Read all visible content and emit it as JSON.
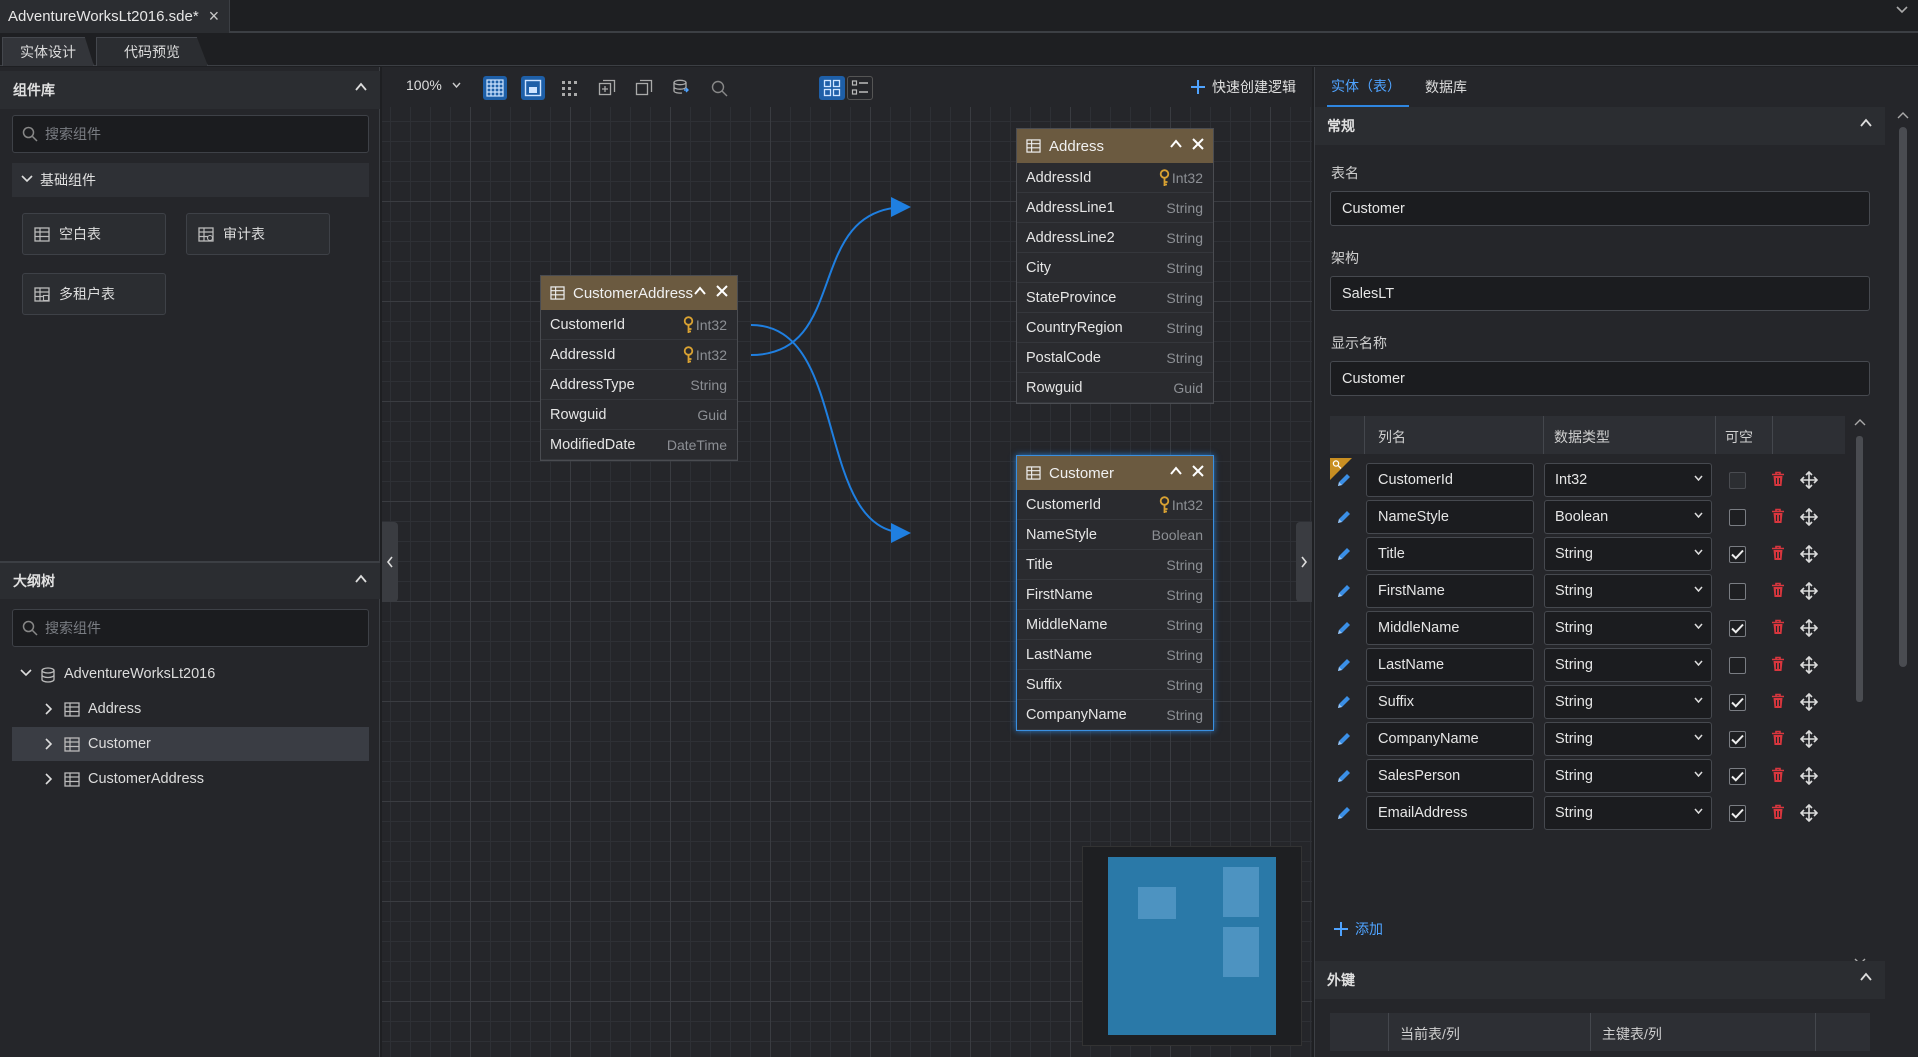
{
  "title_bar": {
    "doc_tab": "AdventureWorksLt2016.sde*"
  },
  "mode_tabs": [
    "实体设计",
    "代码预览"
  ],
  "component_library": {
    "title": "组件库",
    "search_placeholder": "搜索组件",
    "group": "基础组件",
    "items": [
      "空白表",
      "审计表",
      "多租户表"
    ]
  },
  "outline": {
    "title": "大纲树",
    "search_placeholder": "搜索组件",
    "root": "AdventureWorksLt2016",
    "children": [
      "Address",
      "Customer",
      "CustomerAddress"
    ],
    "selected": "Customer"
  },
  "toolbar": {
    "zoom": "100%",
    "quick_create": "快速创建逻辑"
  },
  "entities": {
    "customer_address": {
      "name": "CustomerAddress",
      "rows": [
        {
          "name": "CustomerId",
          "type": "Int32",
          "key": true
        },
        {
          "name": "AddressId",
          "type": "Int32",
          "key": true
        },
        {
          "name": "AddressType",
          "type": "String",
          "key": false
        },
        {
          "name": "Rowguid",
          "type": "Guid",
          "key": false
        },
        {
          "name": "ModifiedDate",
          "type": "DateTime",
          "key": false
        }
      ]
    },
    "address": {
      "name": "Address",
      "rows": [
        {
          "name": "AddressId",
          "type": "Int32",
          "key": true
        },
        {
          "name": "AddressLine1",
          "type": "String",
          "key": false
        },
        {
          "name": "AddressLine2",
          "type": "String",
          "key": false
        },
        {
          "name": "City",
          "type": "String",
          "key": false
        },
        {
          "name": "StateProvince",
          "type": "String",
          "key": false
        },
        {
          "name": "CountryRegion",
          "type": "String",
          "key": false
        },
        {
          "name": "PostalCode",
          "type": "String",
          "key": false
        },
        {
          "name": "Rowguid",
          "type": "Guid",
          "key": false
        }
      ]
    },
    "customer": {
      "name": "Customer",
      "rows": [
        {
          "name": "CustomerId",
          "type": "Int32",
          "key": true
        },
        {
          "name": "NameStyle",
          "type": "Boolean",
          "key": false
        },
        {
          "name": "Title",
          "type": "String",
          "key": false
        },
        {
          "name": "FirstName",
          "type": "String",
          "key": false
        },
        {
          "name": "MiddleName",
          "type": "String",
          "key": false
        },
        {
          "name": "LastName",
          "type": "String",
          "key": false
        },
        {
          "name": "Suffix",
          "type": "String",
          "key": false
        },
        {
          "name": "CompanyName",
          "type": "String",
          "key": false
        }
      ]
    }
  },
  "properties": {
    "tabs": [
      "实体（表）",
      "数据库"
    ],
    "general": {
      "title": "常规",
      "table_name_label": "表名",
      "table_name": "Customer",
      "schema_label": "架构",
      "schema": "SalesLT",
      "display_name_label": "显示名称",
      "display_name": "Customer"
    },
    "columns": {
      "headers": [
        "列名",
        "数据类型",
        "可空"
      ],
      "rows": [
        {
          "name": "CustomerId",
          "type": "Int32",
          "nullable": false,
          "primary_key": true
        },
        {
          "name": "NameStyle",
          "type": "Boolean",
          "nullable": false,
          "primary_key": false
        },
        {
          "name": "Title",
          "type": "String",
          "nullable": true,
          "primary_key": false
        },
        {
          "name": "FirstName",
          "type": "String",
          "nullable": false,
          "primary_key": false
        },
        {
          "name": "MiddleName",
          "type": "String",
          "nullable": true,
          "primary_key": false
        },
        {
          "name": "LastName",
          "type": "String",
          "nullable": false,
          "primary_key": false
        },
        {
          "name": "Suffix",
          "type": "String",
          "nullable": true,
          "primary_key": false
        },
        {
          "name": "CompanyName",
          "type": "String",
          "nullable": true,
          "primary_key": false
        },
        {
          "name": "SalesPerson",
          "type": "String",
          "nullable": true,
          "primary_key": false
        },
        {
          "name": "EmailAddress",
          "type": "String",
          "nullable": true,
          "primary_key": false
        }
      ],
      "add_label": "添加"
    },
    "foreign_keys": {
      "title": "外键",
      "headers": [
        "当前表/列",
        "主键表/列"
      ]
    }
  },
  "colors": {
    "accent": "#2f86e0",
    "entity_header": "#6b5a40",
    "delete": "#d9363e",
    "key": "#d9a232",
    "relation_line": "#1f7fe0",
    "minimap_bg": "#2a79a8"
  }
}
